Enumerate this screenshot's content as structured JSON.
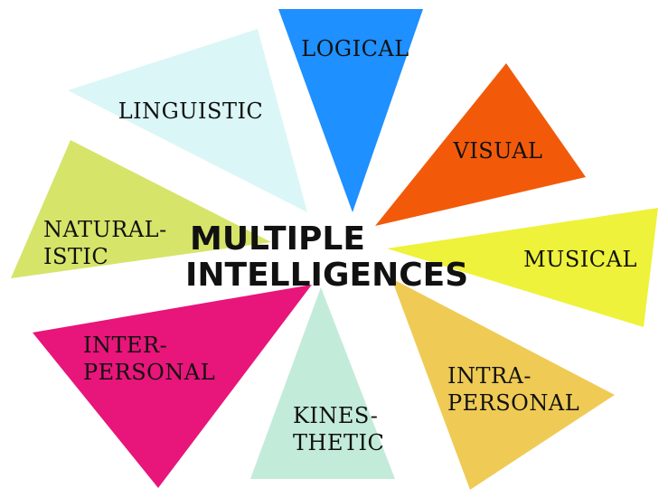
{
  "title": {
    "line1": "MULTIPLE",
    "line2": "INTELLIGENCES"
  },
  "segments": [
    {
      "id": "logical",
      "lines": [
        "LOGICAL"
      ],
      "color": "#1e90ff"
    },
    {
      "id": "visual",
      "lines": [
        "VISUAL"
      ],
      "color": "#f25a0a"
    },
    {
      "id": "musical",
      "lines": [
        "MUSICAL"
      ],
      "color": "#eef23a"
    },
    {
      "id": "intrapersonal",
      "lines": [
        "INTRA-",
        "PERSONAL"
      ],
      "color": "#efcb55"
    },
    {
      "id": "kinesthetic",
      "lines": [
        "KINES-",
        "THETIC"
      ],
      "color": "#c3ebd9"
    },
    {
      "id": "interpersonal",
      "lines": [
        "INTER-",
        "PERSONAL"
      ],
      "color": "#e8157a"
    },
    {
      "id": "naturalistic",
      "lines": [
        "NATURAL-",
        "ISTIC"
      ],
      "color": "#d6e46a"
    },
    {
      "id": "linguistic",
      "lines": [
        "LINGUISTIC"
      ],
      "color": "#dbf6f6"
    }
  ]
}
